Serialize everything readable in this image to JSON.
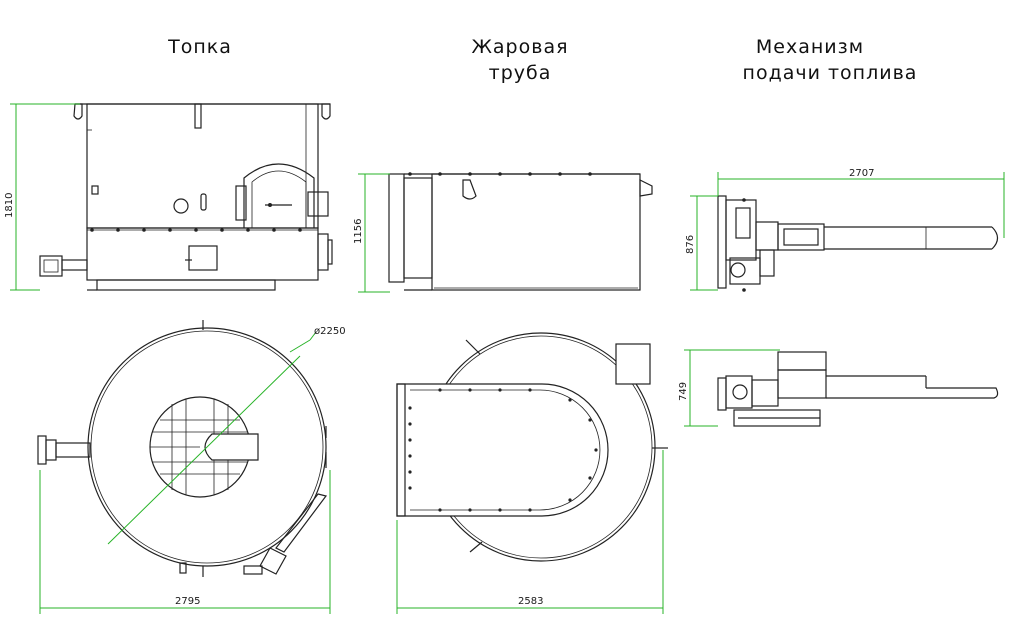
{
  "titles": {
    "furnace": "Топка",
    "flame_tube_l1": "Жаровая",
    "flame_tube_l2": "труба",
    "feed_l1": "Механизм",
    "feed_l2": "подачи топлива"
  },
  "dimensions": {
    "furnace_height": "1810",
    "flame_tube_height": "1156",
    "feed_length": "2707",
    "feed_height": "876",
    "feed_side_height": "749",
    "furnace_diameter": "ø2250",
    "furnace_width": "2795",
    "flame_tube_width": "2583"
  },
  "colors": {
    "dimension_line": "#27b327",
    "drawing_line": "#222222"
  }
}
